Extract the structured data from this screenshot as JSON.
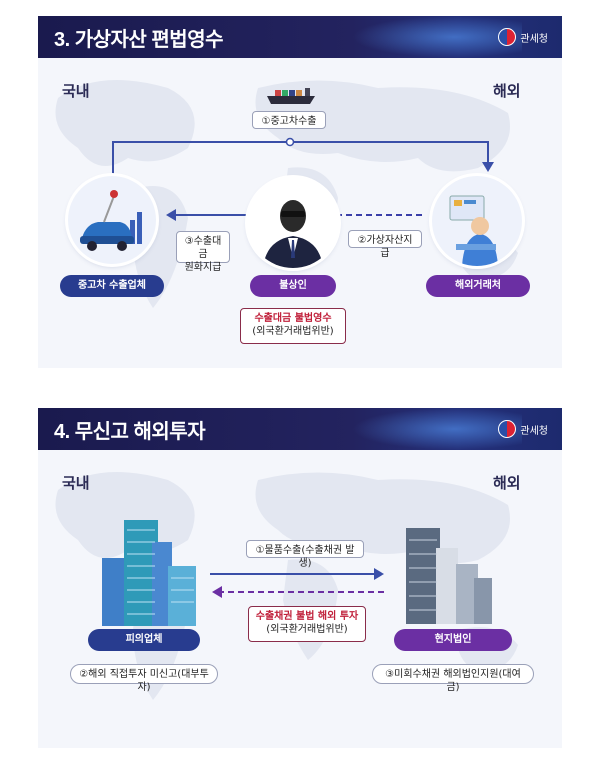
{
  "section3": {
    "title": "3. 가상자산 편법영수",
    "logo": "관세청",
    "left_label": "국내",
    "right_label": "해외",
    "step1": "①중고차수출",
    "step2": "②가상자산지급",
    "step3_line1": "③수출대금",
    "step3_line2": "원화지급",
    "node_left": "중고차 수출업체",
    "node_center": "불상인",
    "node_right": "해외거래처",
    "violation_title": "수출대금 불법영수",
    "violation_sub": "(외국환거래법위반)"
  },
  "section4": {
    "title": "4. 무신고 해외투자",
    "logo": "관세청",
    "left_label": "국내",
    "right_label": "해외",
    "step1": "①물품수출(수출채권 발생)",
    "violation_title": "수출채권 불법 해외 투자",
    "violation_sub": "(외국환거래법위반)",
    "node_left": "피의업체",
    "node_right": "현지법인",
    "note_left": "②해외 직접투자 미신고(대부투자)",
    "note_right": "③미회수채권 해외법인지원(대여금)"
  },
  "colors": {
    "header_bg": "#1a1a4e",
    "pill_blue": "#283c8f",
    "pill_purple": "#6b2fa3",
    "accent_red": "#c0203a"
  }
}
